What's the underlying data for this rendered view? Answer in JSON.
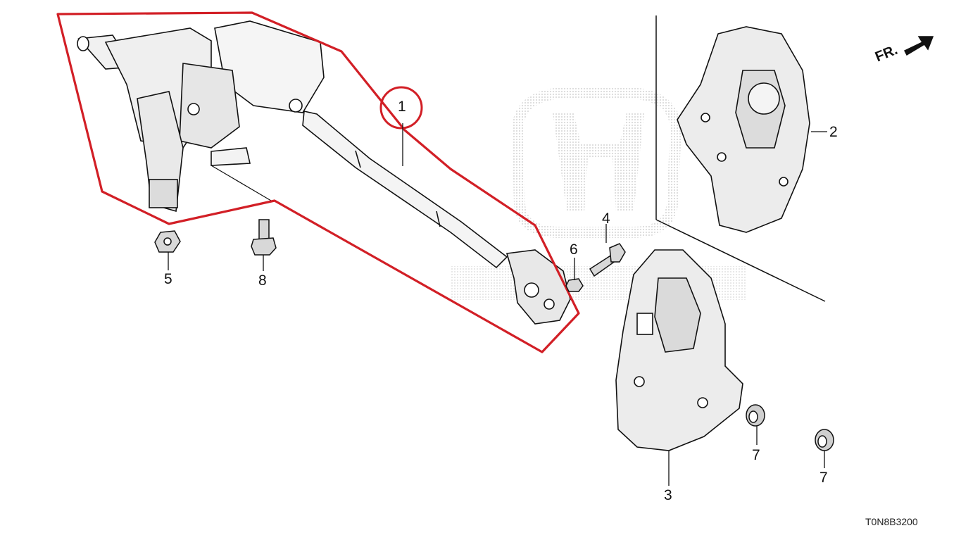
{
  "diagram": {
    "callouts": {
      "part_1": "1",
      "part_2": "2",
      "part_3": "3",
      "part_4": "4",
      "part_5": "5",
      "part_6": "6",
      "part_7a": "7",
      "part_7b": "7",
      "part_8": "8"
    },
    "front_indicator": "FR.",
    "diagram_code": "T0N8B3200",
    "colors": {
      "highlight": "#d21f26",
      "line": "#111111",
      "watermark": "#c9c9c9"
    }
  }
}
